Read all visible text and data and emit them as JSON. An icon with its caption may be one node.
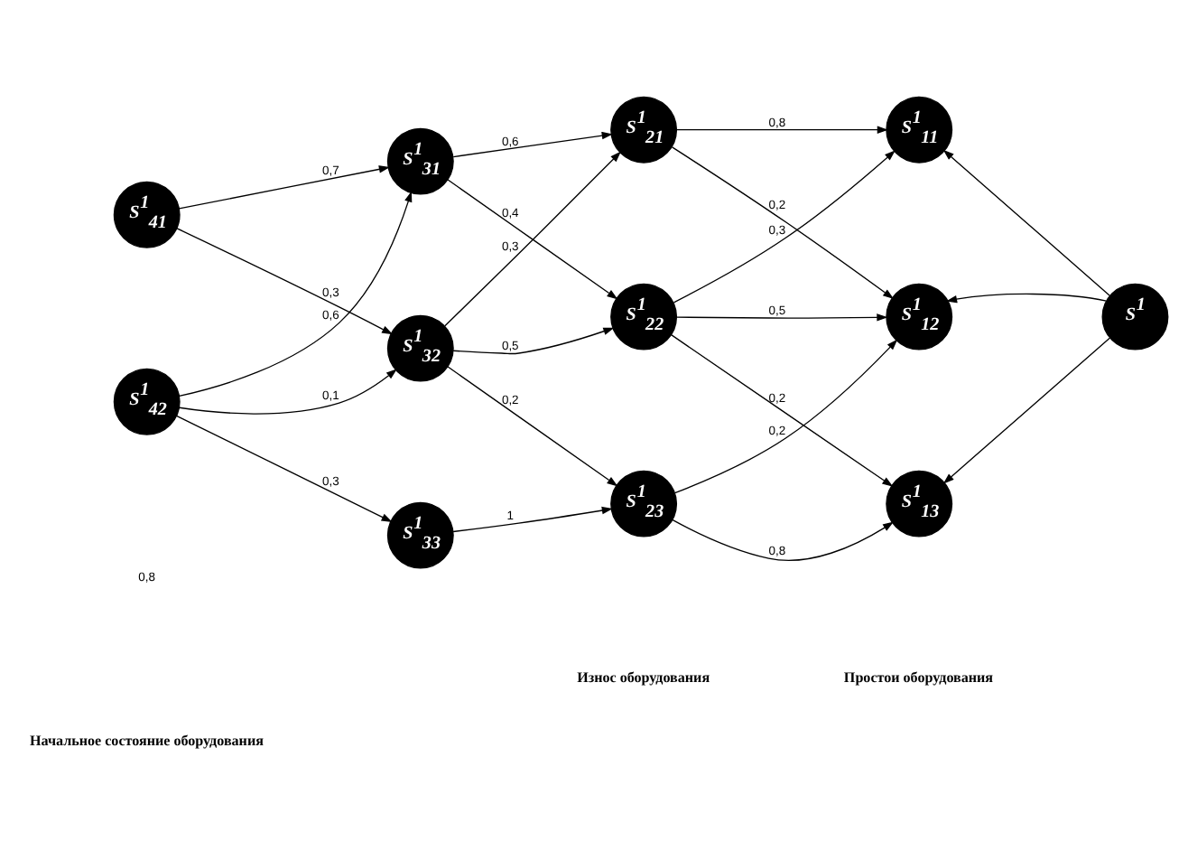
{
  "diagram": {
    "nodes": [
      {
        "text": [
          "S$^{1}$$_{41}$"
        ]
      },
      {
        "text": [
          "S$^{1}$$_{42}$"
        ]
      },
      {
        "text": [
          "S$^{1}$$_{31}$"
        ]
      },
      {
        "text": [
          "S$^{1}$$_{32}$"
        ]
      },
      {
        "text": [
          "S$^{1}$$_{33}$"
        ]
      },
      {
        "text": [
          "S$^{1}$$_{21}$"
        ]
      },
      {
        "text": [
          "S$^{1}$$_{22}$"
        ]
      },
      {
        "text": [
          "S$^{1}$$_{23}$"
        ]
      },
      {
        "text": [
          "S$^{1}$$_{11}$"
        ]
      },
      {
        "text": [
          "S$^{1}$$_{12}$"
        ]
      },
      {
        "text": [
          "S$^{1}$$_{13}$"
        ]
      },
      {
        "text": [
          "S$^{1}$"
        ]
      }
    ],
    "edges": [
      {
        "from": 0,
        "to": 2,
        "arrow": "to",
        "label": "0,7"
      },
      {
        "from": 0,
        "to": 3,
        "arrow": "to",
        "label": "0,3"
      },
      {
        "from": 1,
        "to": 2,
        "arrow": "to",
        "label": "0,6"
      },
      {
        "from": 1,
        "to": 3,
        "arrow": "to",
        "label": "0,1"
      },
      {
        "from": 1,
        "to": 4,
        "arrow": "to",
        "label": "0,3"
      },
      {
        "from": 2,
        "to": 5,
        "arrow": "to",
        "label": "0,6"
      },
      {
        "from": 2,
        "to": 6,
        "arrow": "to",
        "label": "0,4"
      },
      {
        "from": 3,
        "to": 5,
        "arrow": "to",
        "label": "0,3"
      },
      {
        "from": 3,
        "to": 6,
        "arrow": "to",
        "label": "0,5"
      },
      {
        "from": 3,
        "to": 7,
        "arrow": "to",
        "label": "0,2"
      },
      {
        "from": 4,
        "to": 7,
        "arrow": "to",
        "label": "1"
      },
      {
        "from": 5,
        "to": 8,
        "arrow": "to",
        "label": "0,8"
      },
      {
        "from": 5,
        "to": 9,
        "arrow": "to",
        "label": "0,2"
      },
      {
        "from": 6,
        "to": 8,
        "arrow": "to",
        "label": "0,3"
      },
      {
        "from": 6,
        "to": 9,
        "arrow": "to",
        "label": "0,5"
      },
      {
        "from": 6,
        "to": 10,
        "arrow": "to",
        "label": "0,2"
      },
      {
        "from": 7,
        "to": 9,
        "arrow": "to",
        "label": "0,2"
      },
      {
        "from": 7,
        "to": 10,
        "arrow": "to",
        "label": "0,8"
      },
      {
        "from": 11,
        "to": 8,
        "arrow": "to"
      },
      {
        "from": 11,
        "to": 9,
        "arrow": "to"
      },
      {
        "from": 11,
        "to": 10,
        "arrow": "to"
      }
    ],
    "labels": [
      "0,8",
      "Начальное состояние оборудования",
      "Износ оборудования",
      "Простои оборудования"
    ]
  }
}
